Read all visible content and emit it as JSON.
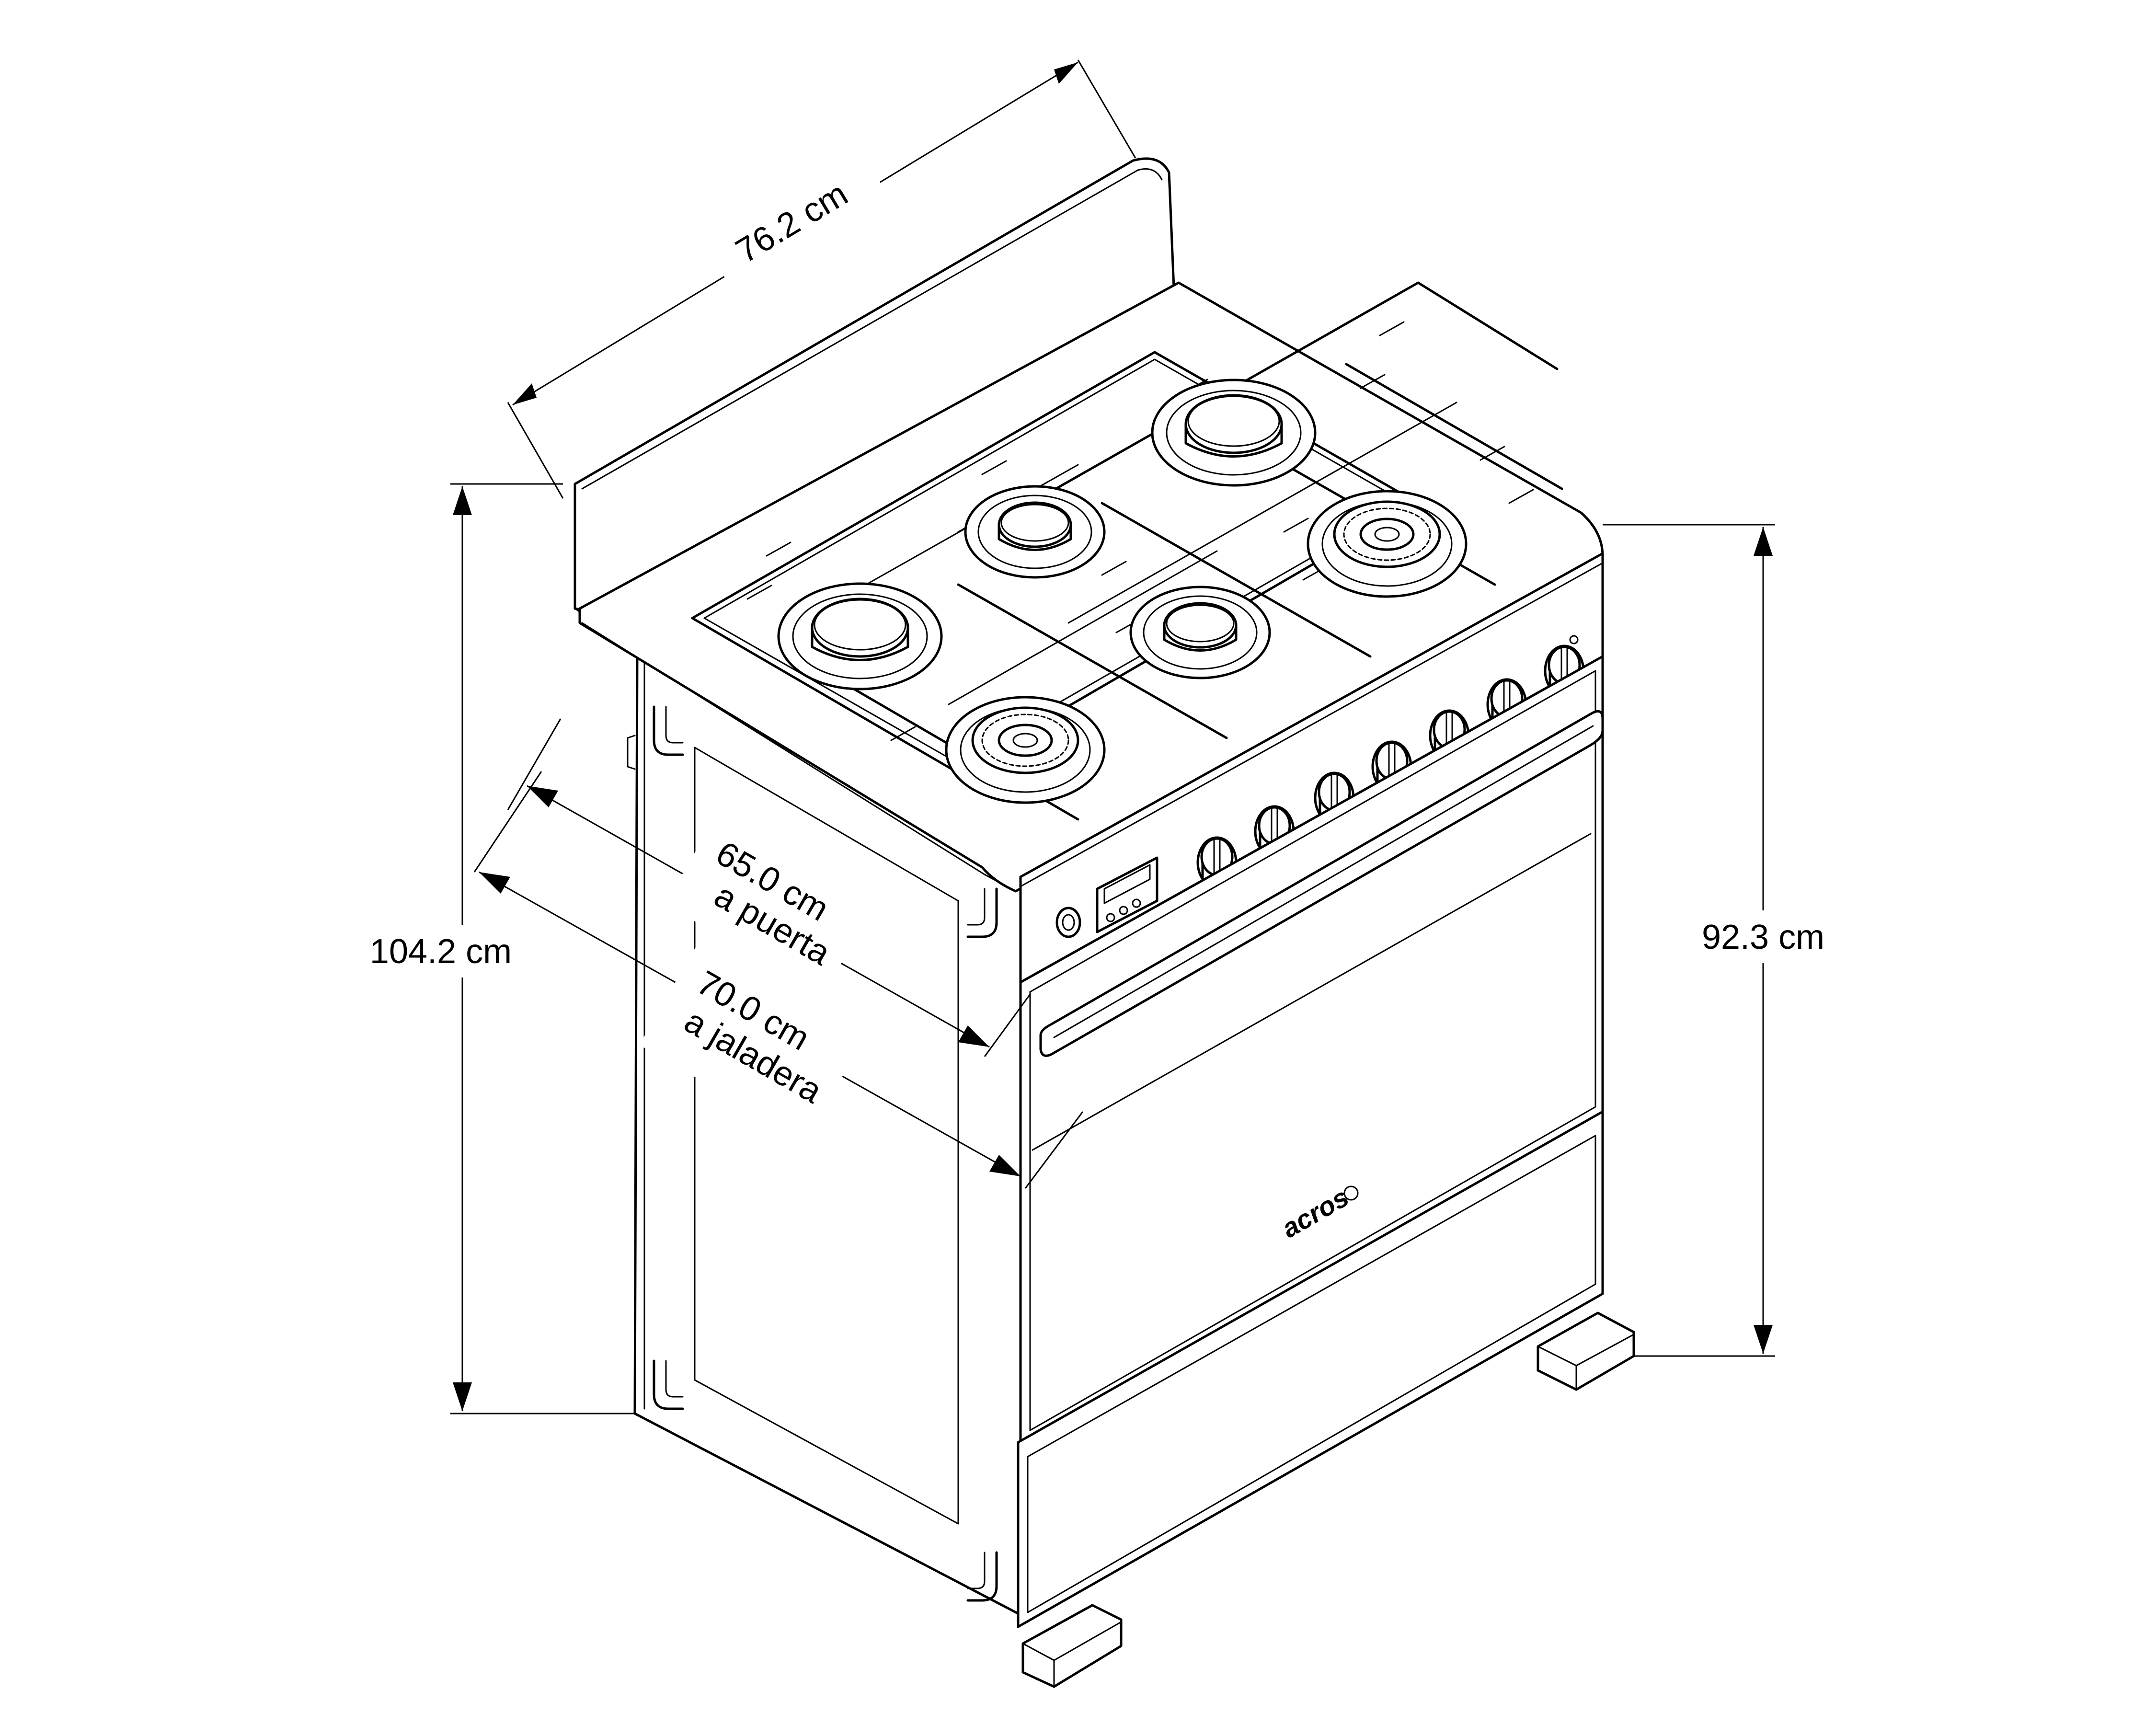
{
  "dimensions": {
    "width_label": "76.2 cm",
    "height_total_label": "104.2 cm",
    "height_body_label": "92.3 cm",
    "depth_door_value": "65.0 cm",
    "depth_door_note": "a puerta",
    "depth_handle_value": "70.0 cm",
    "depth_handle_note": "a jaladera"
  },
  "appliance": {
    "brand": "acros",
    "burner_count": 6,
    "knob_count": 7
  }
}
